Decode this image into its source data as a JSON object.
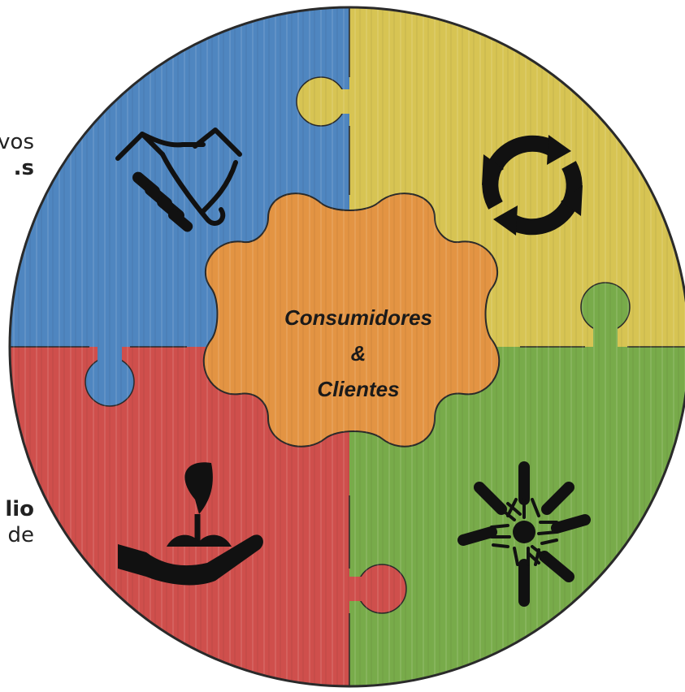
{
  "left_fragments": {
    "top_line1": "vos",
    "top_line2": "s.",
    "bottom_line1": "lio",
    "bottom_line2": "de"
  },
  "center": {
    "line1": "Consumidores",
    "line2": "&",
    "line3": "Clientes"
  },
  "colors": {
    "blue": "#4f86c0",
    "yellow": "#d7c453",
    "green": "#78ab4a",
    "red": "#cf4f4c",
    "orange": "#e39443",
    "outline": "#2a2a2a"
  },
  "icons": {
    "top_left": "handshake-icon",
    "top_right": "recycle-arrows-icon",
    "bottom_left": "hand-plant-icon",
    "bottom_right": "hands-together-icon"
  }
}
